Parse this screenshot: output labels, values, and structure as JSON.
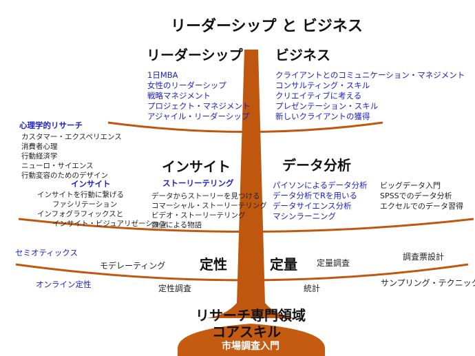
{
  "title": "リーダーシップ と ビジネス",
  "leadership": {
    "heading": "リーダーシップ",
    "items": [
      "1日MBA",
      "女性のリーダーシップ",
      "戦略マネジメント",
      "プロジェクト・マネジメント",
      "アジャイル・リーダーシップ"
    ]
  },
  "business": {
    "heading": "ビジネス",
    "items": [
      "クライアントとのコミュニケーション・マネジメント",
      "コンサルティング・スキル",
      "クリエイティブに考える",
      "プレゼンテーション・スキル",
      "新しいクライアントの獲得"
    ]
  },
  "psych": {
    "heading": "心理学的リサーチ",
    "items": [
      "カスタマー・エクスペリエンス",
      "消費者心理",
      "行動経済学",
      "ニューロ・サイエンス",
      "行動変容のためのデザイン"
    ]
  },
  "insight": {
    "heading": "インサイト",
    "sub_heading": "インサイト",
    "sub_items": [
      "インサイトを行動に繋げる",
      "ファシリテーション",
      "インフォグラフィックスと",
      "インサイト・ビジュアリゼーション"
    ],
    "story_heading": "ストーリーテリング",
    "story_items": [
      "データからストーリーを見つける",
      "コマーシャル・ストーリーテリング",
      "ビデオ・ストーリーテリング",
      "数値による物語"
    ]
  },
  "data_analysis": {
    "heading": "データ分析",
    "items_blue": [
      "パイソンによるデータ分析",
      "データ分析でRを用いる",
      "データサイエンス分析",
      "マシンラーニング"
    ],
    "items_black": [
      "ビッグデータ入門",
      "SPSSでのデータ分析",
      "エクセルでのデータ習得"
    ]
  },
  "qualitative": {
    "heading": "定性",
    "semiotics": "セミオティックス",
    "moderating": "モデレーティング",
    "online": "オンライン定性",
    "research": "定性調査"
  },
  "quantitative": {
    "heading": "定量",
    "survey": "定量調査",
    "questionnaire": "調査票設計",
    "statistics": "統計",
    "sampling": "サンプリング・テクニック"
  },
  "base": {
    "line1": "リサーチ専門領域",
    "line2": "コアスキル",
    "sub": "市場調査入門"
  },
  "colors": {
    "trunk": "#c0570f",
    "base_fill": "#c55a11",
    "blue": "#1a22c8"
  }
}
